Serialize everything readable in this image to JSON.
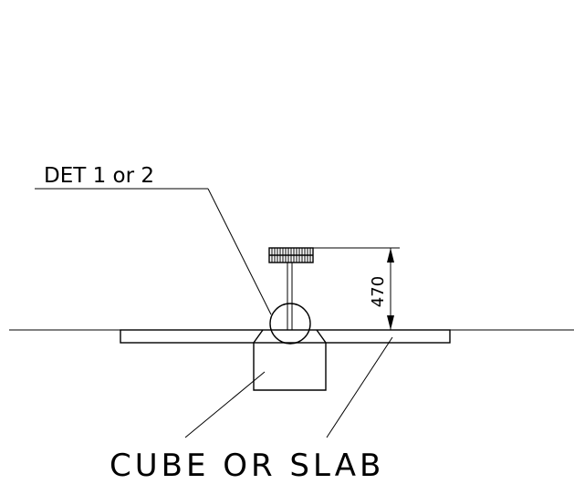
{
  "drawing": {
    "detail_callout": "DET 1 or 2",
    "dimension_value": "470",
    "base_label": "CUBE OR SLAB"
  }
}
